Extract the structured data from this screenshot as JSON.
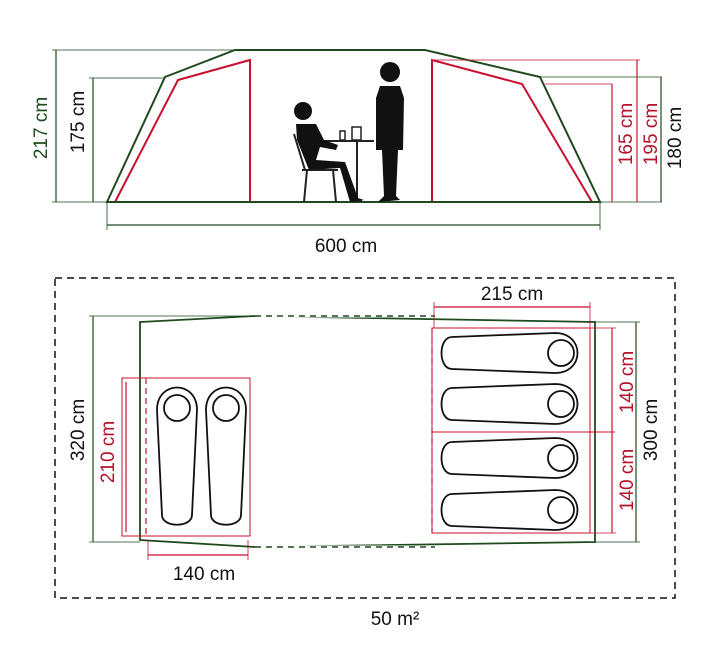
{
  "colors": {
    "green": "#1e4a1e",
    "red": "#c8102e",
    "ink": "#111111",
    "background": "#ffffff"
  },
  "side_view": {
    "height_outer_label": "217 cm",
    "height_inner_label": "175 cm",
    "length_label": "600 cm",
    "bedroom_inner_height_label": "165 cm",
    "bedroom_total_height_label": "195 cm",
    "bedroom_outer_height_label": "180 cm"
  },
  "floor_plan": {
    "bedroom_length_label": "215 cm",
    "width_outer_label": "320 cm",
    "width_inner_label": "300 cm",
    "left_bedroom_length_label": "210 cm",
    "left_bedroom_width_label": "140 cm",
    "right_bedroom_width_upper_label": "140 cm",
    "right_bedroom_width_lower_label": "140 cm",
    "total_area_label": "50 m²"
  },
  "icons": [
    "seated-person-icon",
    "standing-person-icon",
    "table-icon",
    "chair-icon",
    "sleeping-bag-icon"
  ]
}
